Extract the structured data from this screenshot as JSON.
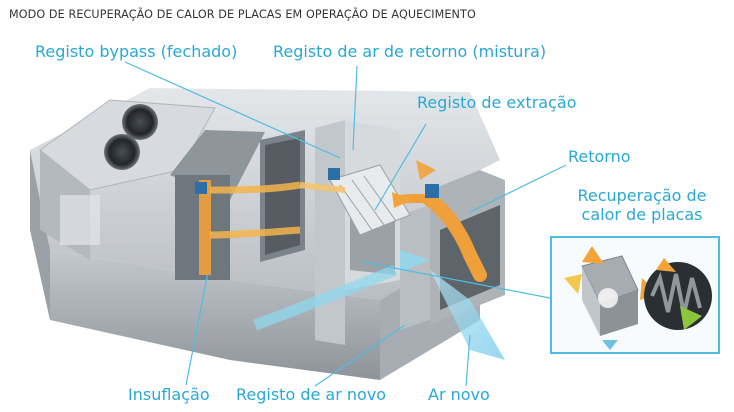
{
  "title": "MODO DE RECUPERAÇÃO DE CALOR DE PLACAS EM OPERAÇÃO DE AQUECIMENTO",
  "labels": {
    "bypass": "Registo bypass (fechado)",
    "return_damper": "Registo de ar de retorno (mistura)",
    "extraction": "Registo de extração",
    "return": "Retorno",
    "heat_recovery_line1": "Recuperação de",
    "heat_recovery_line2": "calor de placas",
    "supply": "Insuflação",
    "fresh_damper": "Registo de ar novo",
    "fresh_air": "Ar novo"
  },
  "colors": {
    "label_blue": "#29a8d6",
    "warm_air": "#f2a33a",
    "cold_air": "#7fd0ea",
    "exhaust_green": "#8cc63f",
    "casing": "#c9cdd1"
  }
}
